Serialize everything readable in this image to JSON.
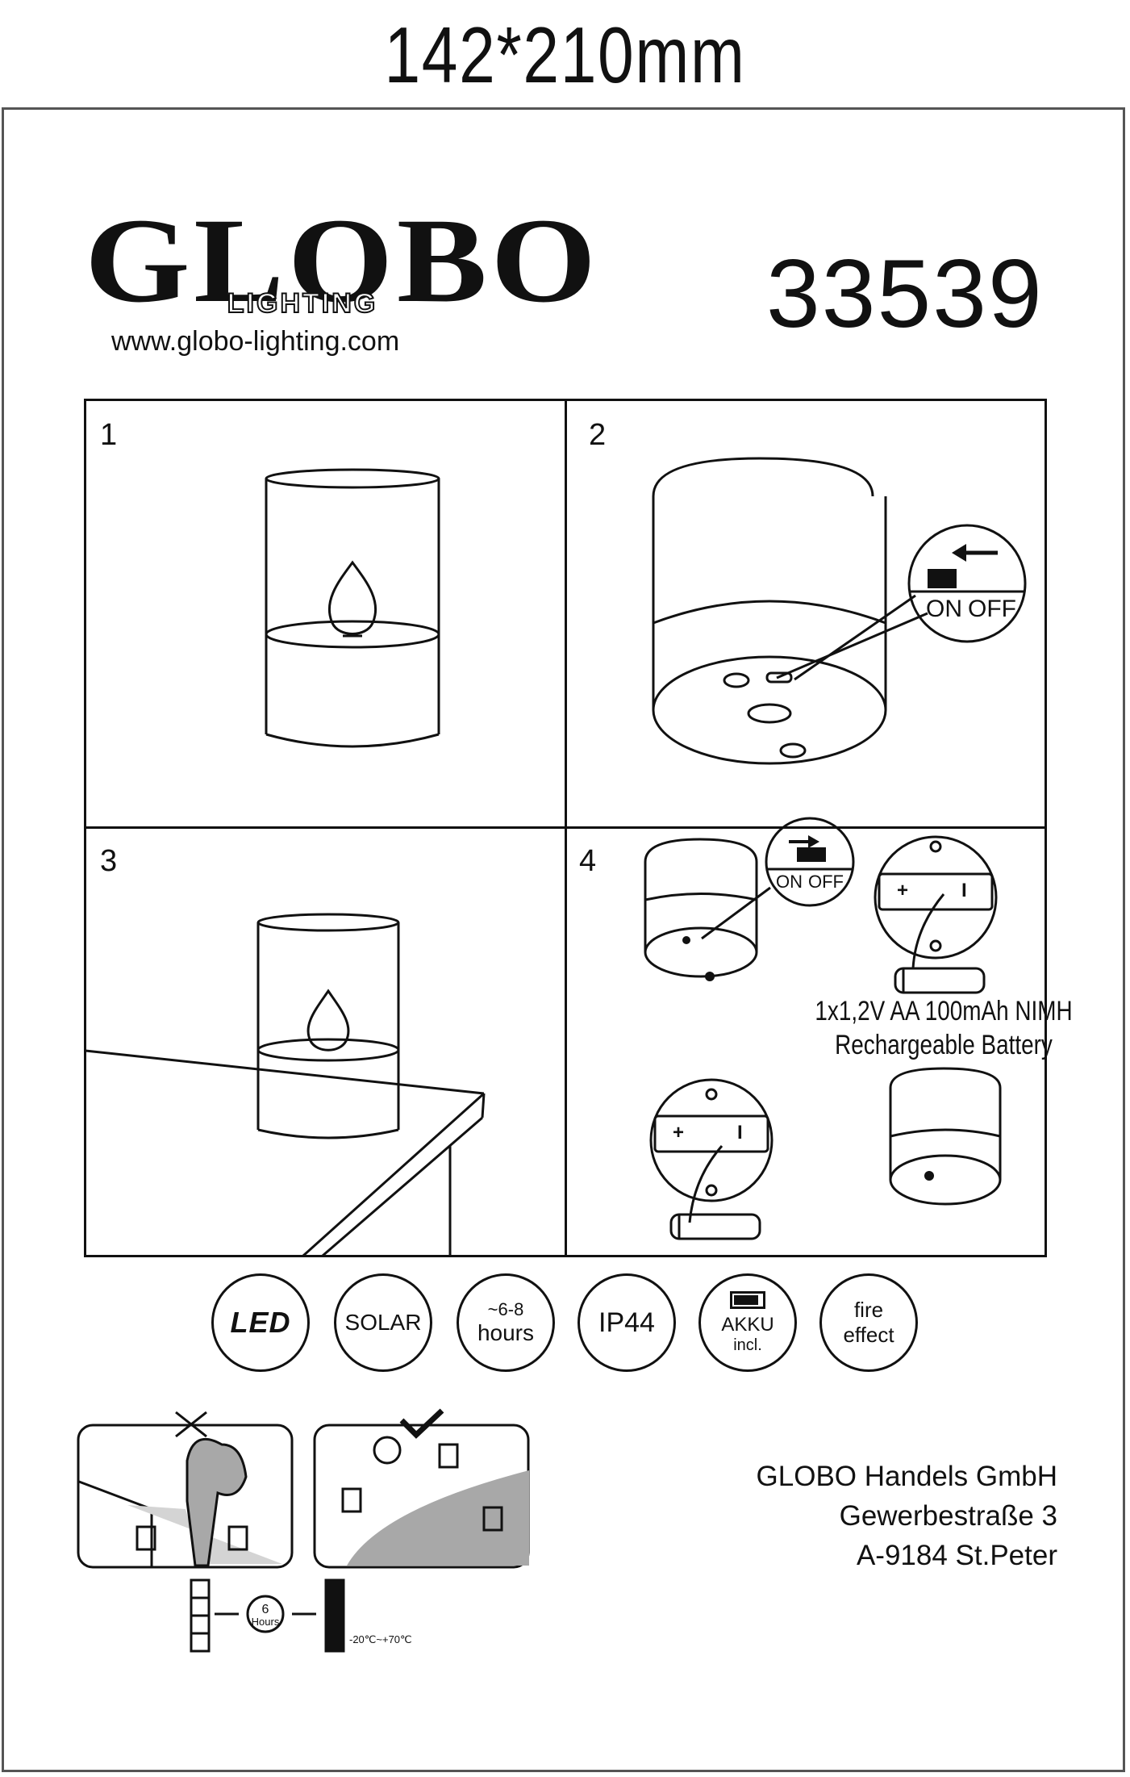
{
  "header": {
    "dimensions": "142*210mm"
  },
  "brand": {
    "name": "GLOBO",
    "sub": "LIGHTING",
    "url": "www.globo-lighting.com",
    "model": "33539"
  },
  "steps": [
    {
      "number": "1"
    },
    {
      "number": "2",
      "switch_on": "ON",
      "switch_off": "OFF"
    },
    {
      "number": "3"
    },
    {
      "number": "4",
      "switch_on": "ON",
      "switch_off": "OFF",
      "battery_line1": "1x1,2V AA 100mAh NIMH",
      "battery_line2": "Rechargeable Battery",
      "plus": "+",
      "minus": "I"
    }
  ],
  "features": {
    "led": "LED",
    "solar": "SOLAR",
    "hours_line1": "~6-8",
    "hours_line2": "hours",
    "ip": "IP44",
    "akku_line1": "AKKU",
    "akku_line2": "incl.",
    "fire_line1": "fire",
    "fire_line2": "effect"
  },
  "charging": {
    "sun_hours": "6",
    "sun_unit": "Hours",
    "temp_range": "-20℃~+70℃"
  },
  "address": {
    "line1": "GLOBO Handels GmbH",
    "line2": "Gewerbestraße 3",
    "line3": "A-9184 St.Peter"
  },
  "colors": {
    "ink": "#111111",
    "frame": "#555555",
    "shade": "#a8a8a8",
    "light_shade": "#d4d4d4"
  }
}
